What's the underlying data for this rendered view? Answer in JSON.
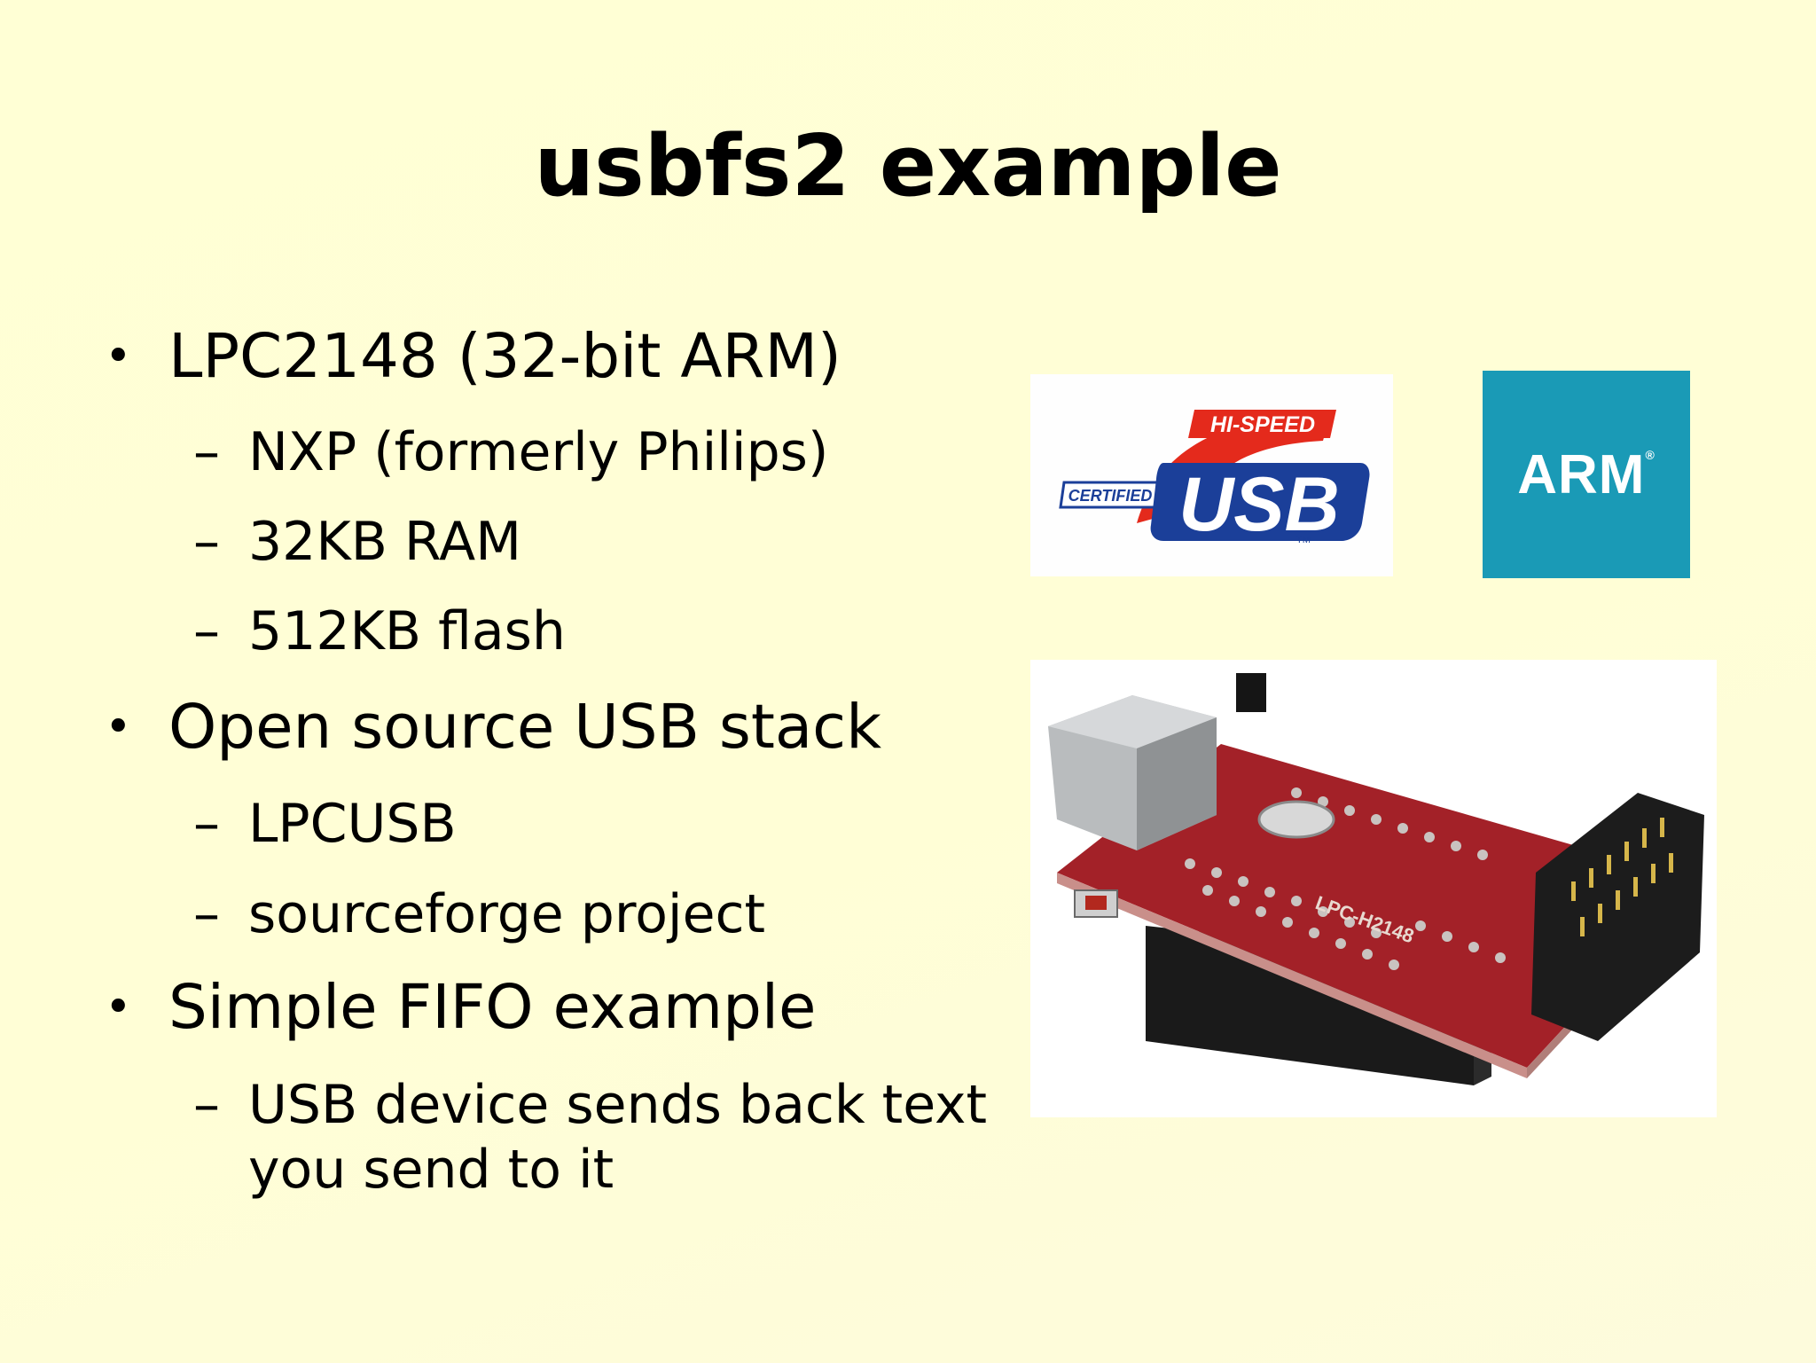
{
  "slide": {
    "title": "usbfs2 example",
    "bullets": [
      {
        "text": "LPC2148 (32-bit ARM)",
        "subs": [
          "NXP (formerly Philips)",
          "32KB RAM",
          "512KB flash"
        ]
      },
      {
        "text": "Open source USB stack",
        "subs": [
          "LPCUSB",
          "sourceforge project"
        ]
      },
      {
        "text": "Simple FIFO example",
        "subs": [
          "USB device sends back text",
          "you send to it"
        ]
      }
    ],
    "bullet_mark": "•",
    "sub_mark": "–"
  },
  "usb_logo": {
    "top_text": "HI-SPEED",
    "left_text": "CERTIFIED",
    "main_text": "USB",
    "tm": "TM",
    "colors": {
      "red": "#e42a1c",
      "blue": "#1b3f99"
    }
  },
  "arm_logo": {
    "text": "ARM",
    "reg": "®",
    "background": "#1a9ab6"
  },
  "board_photo": {
    "label": "LPC-H2148"
  }
}
